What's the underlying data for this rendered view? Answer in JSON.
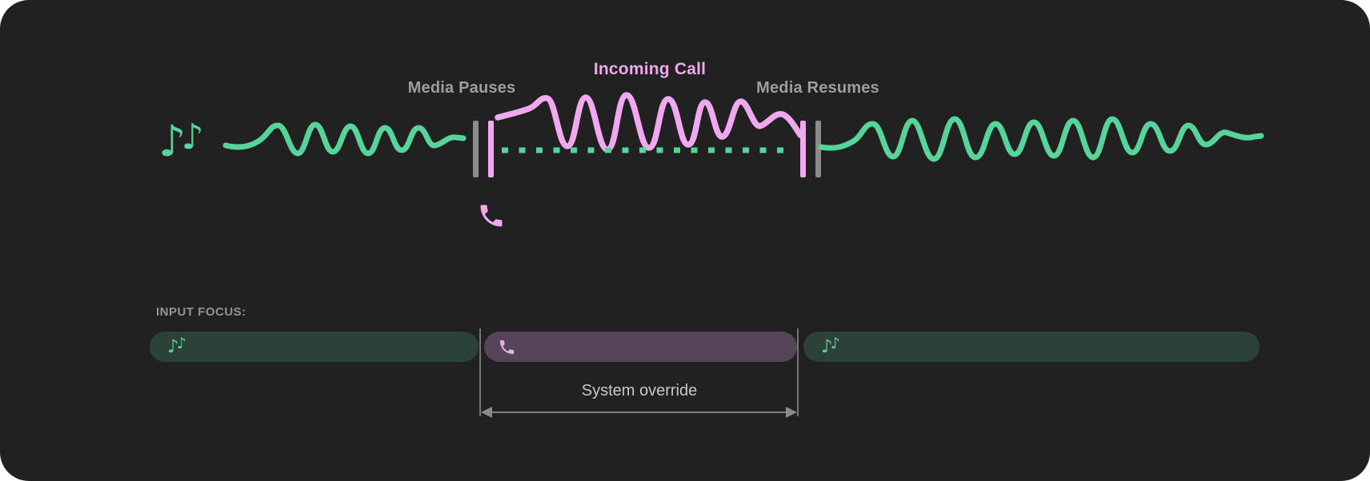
{
  "diagram": {
    "media_pauses_label": "Media Pauses",
    "incoming_call_label": "Incoming Call",
    "media_resumes_label": "Media Resumes"
  },
  "input_focus": {
    "heading": "INPUT FOCUS:",
    "system_override_label": "System override",
    "segments": [
      {
        "name": "media-before-call",
        "type": "media",
        "icon": "music-notes-icon"
      },
      {
        "name": "incoming-call",
        "type": "call",
        "icon": "phone-icon"
      },
      {
        "name": "media-after-call",
        "type": "media",
        "icon": "music-notes-icon"
      }
    ]
  },
  "icons": {
    "note_glyph": "♪"
  },
  "colors": {
    "card_background": "#212121",
    "media_green": "#57D49A",
    "call_pink": "#F0A9EE",
    "media_bar_background": "#2C4137",
    "call_bar_background": "#564458",
    "label_gray": "#9E9E9E",
    "marker_gray": "#8C8C8C",
    "arrow_gray": "#8A8A8A"
  }
}
